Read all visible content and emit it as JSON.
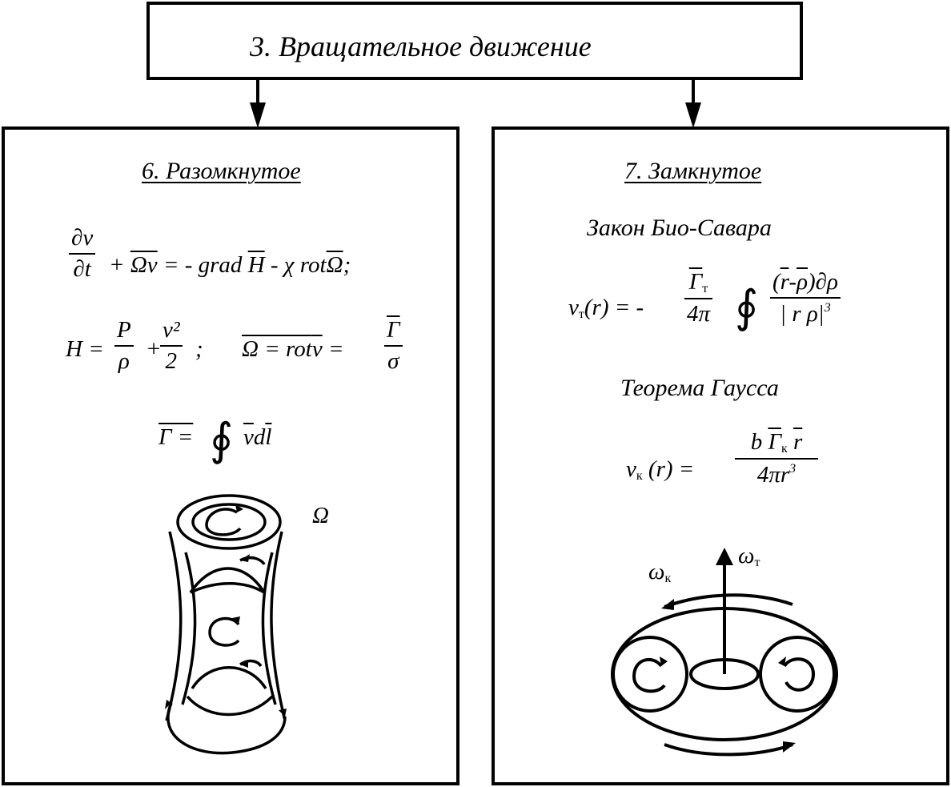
{
  "header": {
    "title": "3. Вращательное движение"
  },
  "left": {
    "title": "6. Разомкнутое",
    "eq1": {
      "num": "∂v",
      "den": "∂t",
      "plus": "+",
      "omega_v": "Ωv",
      "rhs": "= - grad",
      "H": "H",
      "chi_rot": "- χ rot",
      "omega": "Ω",
      "semicolon": ";"
    },
    "eq2": {
      "H_eq": "H =",
      "P": "P",
      "rho": "ρ",
      "plus": "+",
      "v2": "v²",
      "two": "2",
      "semicolon": ";",
      "omega_eq": "Ω = rot",
      "v": "v",
      "eq": "=",
      "Gamma": "Γ",
      "sigma": "σ"
    },
    "eq3": {
      "Gamma_eq": "Γ =",
      "oint": "∮",
      "v": "v",
      "d": "d",
      "l": "l"
    },
    "figure_label": "Ω"
  },
  "right": {
    "title": "7. Замкнутое",
    "biot_title": "Закон Био-Савара",
    "biot": {
      "lhs": "v",
      "lhs_sub": "т",
      "lhs_arg": "(r) = -",
      "Gamma": "Γ",
      "Gamma_sub": "т",
      "four_pi": "4π",
      "oint": "∮",
      "num_open": "(",
      "r": "r",
      "minus": "-",
      "rho": "ρ",
      "num_rest": ")∂ρ",
      "den": "| r  ρ|",
      "den_sup": "3"
    },
    "gauss_title": "Теорема Гаусса",
    "gauss": {
      "lhs": "v",
      "lhs_sub": "к",
      "lhs_arg": "(r) =",
      "b": "b",
      "Gamma": "Γ",
      "Gamma_sub": "к",
      "r": "r",
      "den": "4πr",
      "den_sup": "3"
    },
    "omega_k": "ω",
    "omega_k_sub": "к",
    "omega_t": "ω",
    "omega_t_sub": "т"
  }
}
